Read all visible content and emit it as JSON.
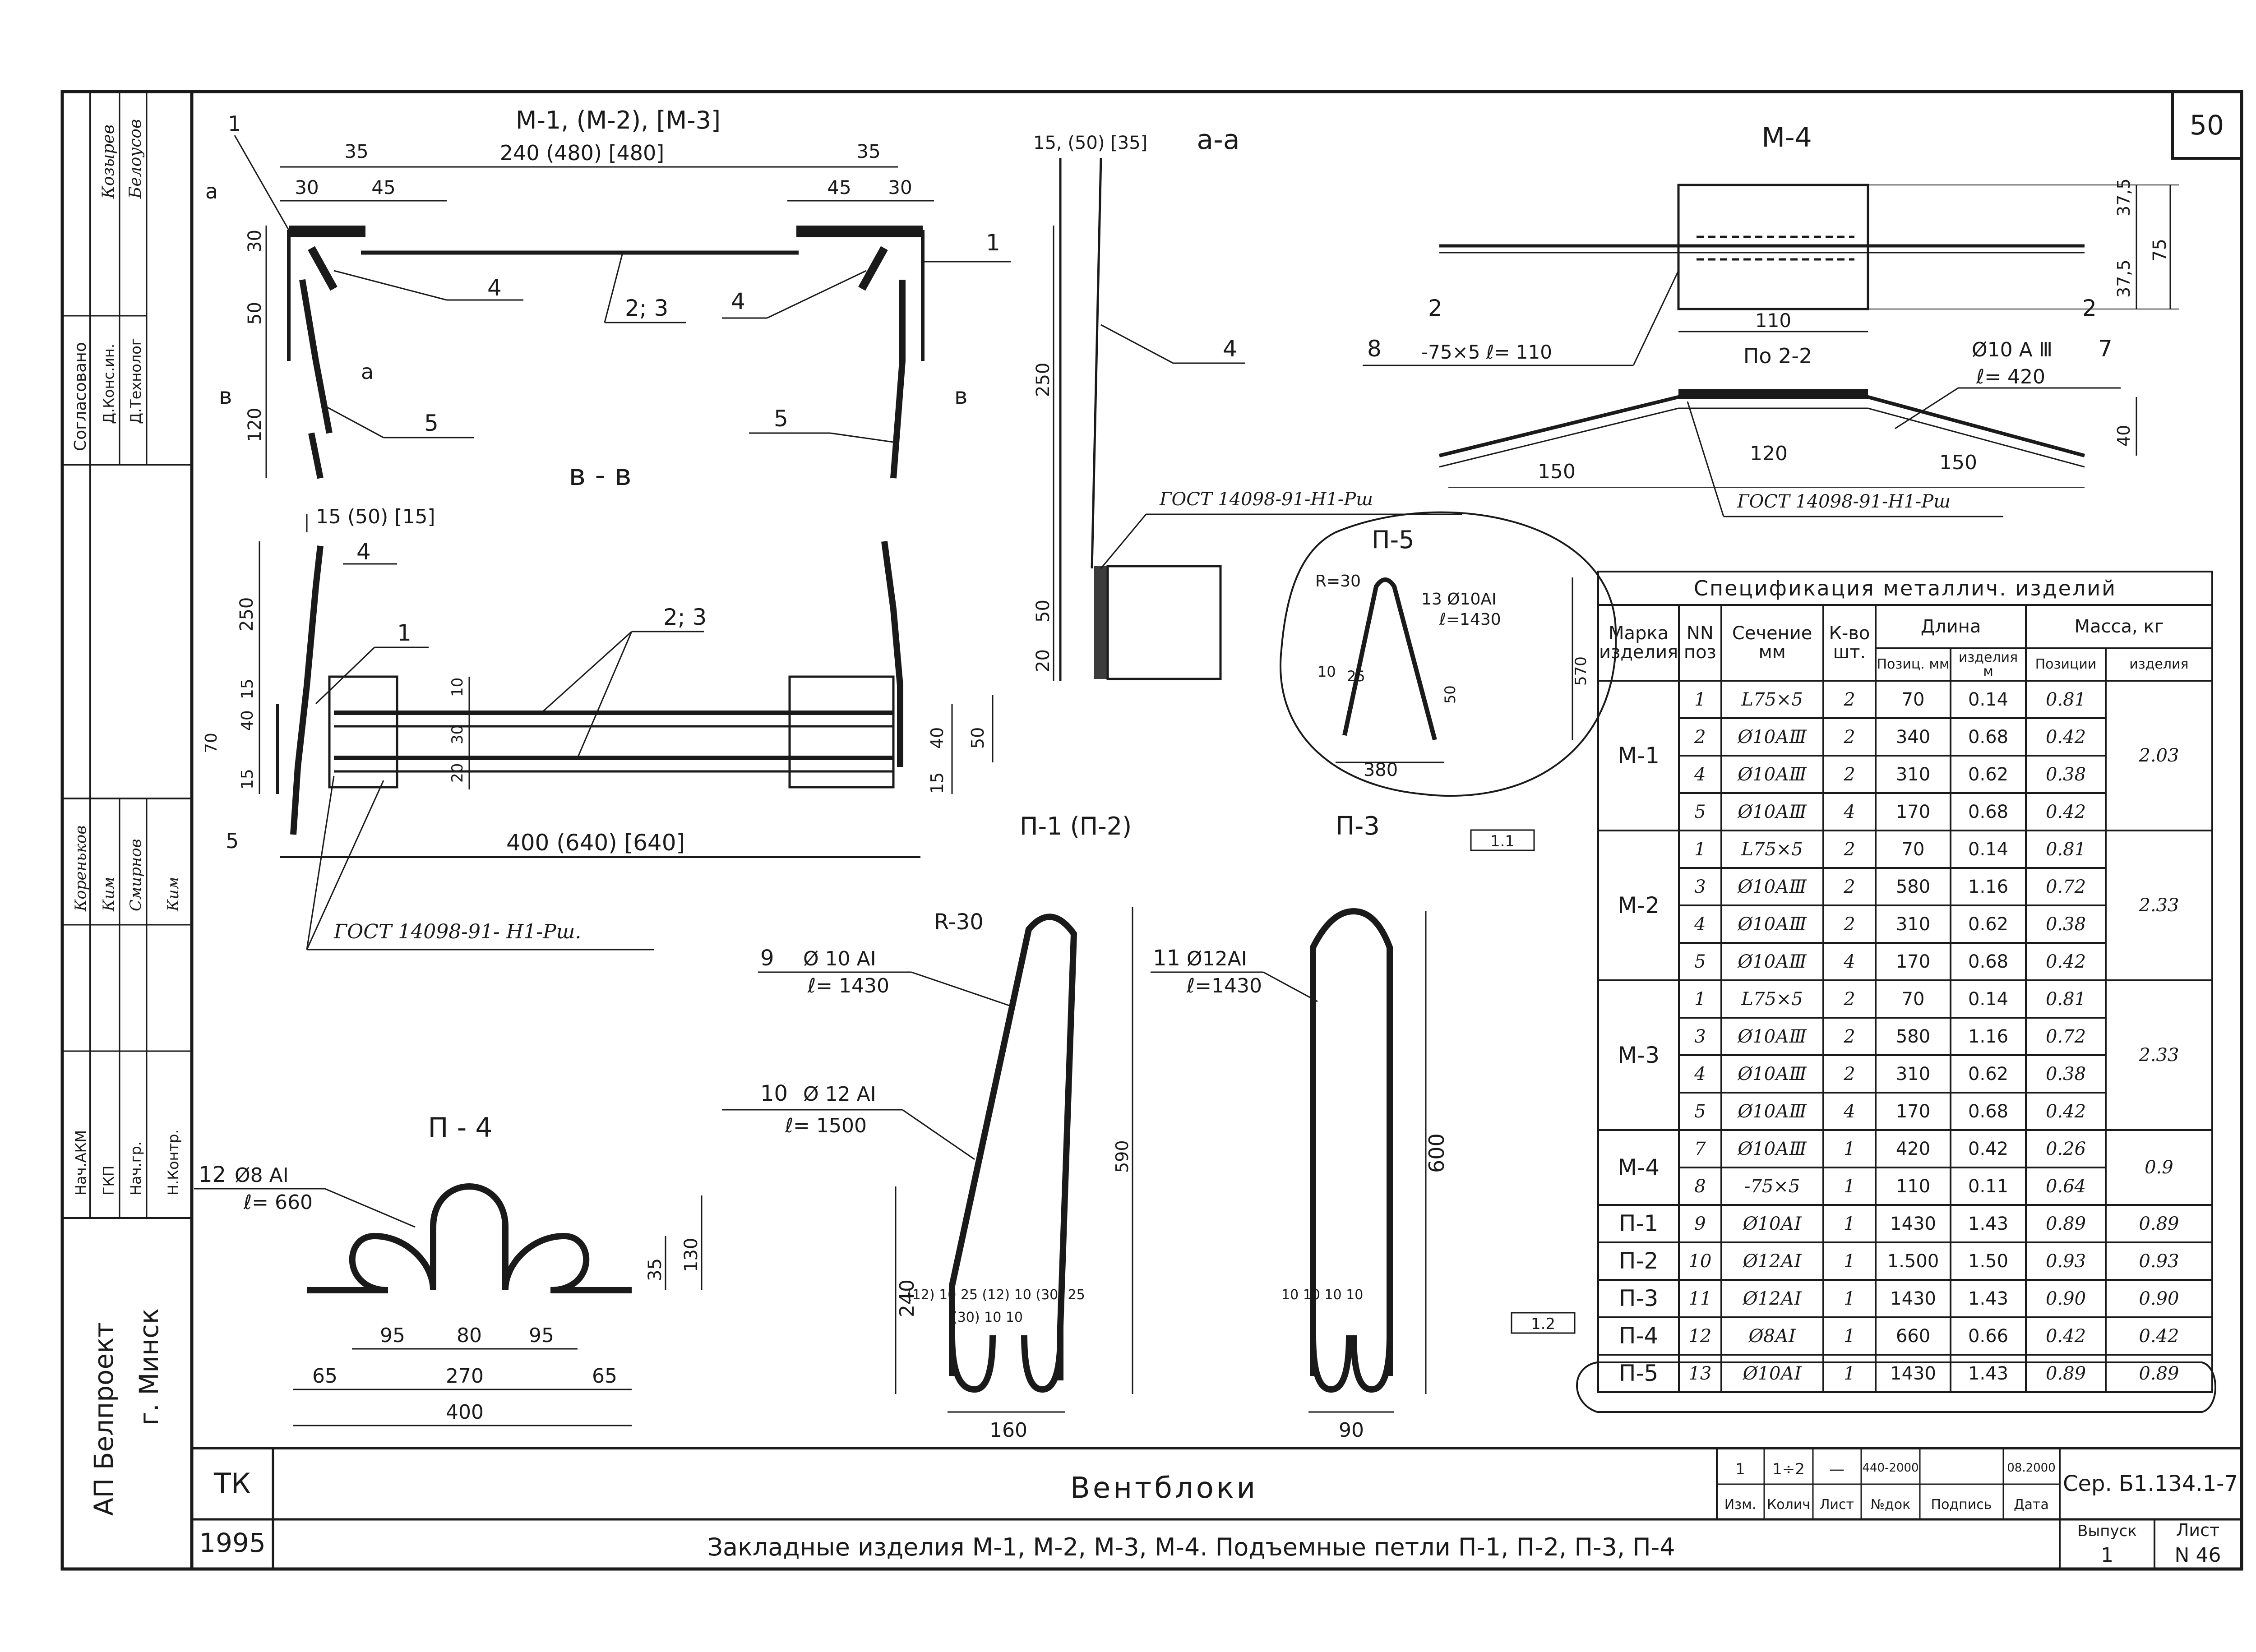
{
  "sheet_number_top": "50",
  "sidebar": {
    "surnames": [
      "Козырев",
      "Белоусов"
    ],
    "approvals": [
      "Д.Конс.ин.",
      "Д.Технолог"
    ],
    "agreed": "Согласовано",
    "staff_roles": [
      "Нач.АКМ",
      "ГКП",
      "Нач.гр.",
      "Н.Контр."
    ],
    "staff_names": [
      "Кореньков",
      "Ким",
      "Смирнов",
      "Ким"
    ],
    "org": "АП Белпроект",
    "city": "г. Минск"
  },
  "views": {
    "m123": {
      "title": "М-1, (М-2), [М-3]",
      "dim_total": "240 (480) [480]",
      "dim_35_left": "35",
      "dim_30_left": "30",
      "dim_45_left": "45",
      "dim_35_right": "35",
      "dim_45_right": "45",
      "dim_30_right": "30",
      "dim_30_v": "30",
      "dim_50_v": "50",
      "dim_120_v": "120",
      "pos1": "1",
      "pos4a": "4",
      "pos23a": "2; 3",
      "pos4b": "4",
      "pos1b": "1",
      "pos5a": "5",
      "pos5b": "5",
      "sec_a_left": "а",
      "sec_a_mid": "а",
      "sec_b_left": "в",
      "sec_b_right": "в",
      "label_bb": "в - в"
    },
    "plan": {
      "dim_15": "15 (50) [15]",
      "pos4": "4",
      "pos1": "1",
      "pos23": "2; 3",
      "pos5": "5",
      "dim_250": "250",
      "dim_15a": "15",
      "dim_40a": "40",
      "dim_70": "70",
      "dim_15b": "15",
      "dim_10a": "10",
      "dim_30": "30",
      "dim_20": "20",
      "dim_40r": "40",
      "dim_50r": "50",
      "dim_15r": "15",
      "dim_total": "400 (640) [640]",
      "gost": "ГОСТ 14098-91- Н1-Рш."
    },
    "aa": {
      "title": "а-а",
      "dim_top": "15, (50) [35]",
      "pos4": "4",
      "dim_250": "250",
      "dim_50": "50",
      "dim_20": "20",
      "gost": "ГОСТ 14098-91-Н1-Рш"
    },
    "m4": {
      "title": "М-4",
      "dim_37a": "37,5",
      "dim_37b": "37,5",
      "dim_75": "75",
      "sec2_left": "2",
      "sec2_right": "2",
      "dim_110": "110",
      "pos8": "8",
      "pos8_spec": "-75×5  ℓ= 110",
      "section_label": "По 2-2",
      "pos7_spec": "Ø10 А Ⅲ",
      "pos7": "7",
      "pos7_len": "ℓ= 420",
      "dim_40": "40",
      "dim_150a": "150",
      "dim_120": "120",
      "dim_150b": "150",
      "gost": "ГОСТ 14098-91-Н1-Рш"
    },
    "p5": {
      "title": "П-5",
      "r": "R=30",
      "pos13": "13  Ø10АⅠ",
      "len": "ℓ=1430",
      "dim_570": "570",
      "dim_10": "10",
      "dim_25": "25",
      "dim_50": "50",
      "dim_380": "380",
      "note": "1.1"
    },
    "p3": {
      "title": "П-3"
    },
    "p12": {
      "title": "П-1 (П-2)",
      "r": "R-30",
      "pos9": "9",
      "pos9_spec": "Ø 10 АⅠ",
      "pos9_len": "ℓ= 1430",
      "pos10": "10",
      "pos10_spec": "Ø 12 АⅠ",
      "pos10_len": "ℓ= 1500",
      "dim_590": "590",
      "dim_240": "240",
      "sub_dims": "(12) 10   25 (12) 10  (30) 25",
      "sub_dims2": "(30) 10   10",
      "dim_160": "160"
    },
    "p3b": {
      "pos11": "11",
      "pos11_spec": "Ø12АⅠ",
      "pos11_len": "ℓ=1430",
      "dim_600": "600",
      "sub_dims": "10  10  10  10",
      "dim_90": "90"
    },
    "p4": {
      "title": "П - 4",
      "pos12": "12",
      "pos12_spec": "Ø8 АⅠ",
      "pos12_len": "ℓ= 660",
      "dim_35": "35",
      "dim_130": "130",
      "dim_95a": "95",
      "dim_80": "80",
      "dim_95b": "95",
      "dim_65a": "65",
      "dim_270": "270",
      "dim_65b": "65",
      "dim_400": "400"
    }
  },
  "spec_table": {
    "caption": "Спецификация металлич. изделий",
    "headers": {
      "mark": "Марка изделия",
      "pos": "NN поз",
      "section": "Сечение мм",
      "qty": "К-во шт.",
      "length": "Длина",
      "length_pos": "Позиц. мм",
      "length_item": "изделия м",
      "mass": "Масса, кг",
      "mass_pos": "Позиции",
      "mass_item": "изделия"
    },
    "groups": [
      {
        "mark": "М-1",
        "total": "2.03",
        "rows": [
          {
            "pos": "1",
            "section": "L75×5",
            "qty": "2",
            "len_mm": "70",
            "len_m": "0.14",
            "mass": "0.81"
          },
          {
            "pos": "2",
            "section": "Ø10АⅢ",
            "qty": "2",
            "len_mm": "340",
            "len_m": "0.68",
            "mass": "0.42"
          },
          {
            "pos": "4",
            "section": "Ø10АⅢ",
            "qty": "2",
            "len_mm": "310",
            "len_m": "0.62",
            "mass": "0.38"
          },
          {
            "pos": "5",
            "section": "Ø10АⅢ",
            "qty": "4",
            "len_mm": "170",
            "len_m": "0.68",
            "mass": "0.42"
          }
        ]
      },
      {
        "mark": "М-2",
        "total": "2.33",
        "rows": [
          {
            "pos": "1",
            "section": "L75×5",
            "qty": "2",
            "len_mm": "70",
            "len_m": "0.14",
            "mass": "0.81"
          },
          {
            "pos": "3",
            "section": "Ø10АⅢ",
            "qty": "2",
            "len_mm": "580",
            "len_m": "1.16",
            "mass": "0.72"
          },
          {
            "pos": "4",
            "section": "Ø10АⅢ",
            "qty": "2",
            "len_mm": "310",
            "len_m": "0.62",
            "mass": "0.38"
          },
          {
            "pos": "5",
            "section": "Ø10АⅢ",
            "qty": "4",
            "len_mm": "170",
            "len_m": "0.68",
            "mass": "0.42"
          }
        ]
      },
      {
        "mark": "М-3",
        "total": "2.33",
        "rows": [
          {
            "pos": "1",
            "section": "L75×5",
            "qty": "2",
            "len_mm": "70",
            "len_m": "0.14",
            "mass": "0.81"
          },
          {
            "pos": "3",
            "section": "Ø10АⅢ",
            "qty": "2",
            "len_mm": "580",
            "len_m": "1.16",
            "mass": "0.72"
          },
          {
            "pos": "4",
            "section": "Ø10АⅢ",
            "qty": "2",
            "len_mm": "310",
            "len_m": "0.62",
            "mass": "0.38"
          },
          {
            "pos": "5",
            "section": "Ø10АⅢ",
            "qty": "4",
            "len_mm": "170",
            "len_m": "0.68",
            "mass": "0.42"
          }
        ]
      },
      {
        "mark": "М-4",
        "total": "0.9",
        "rows": [
          {
            "pos": "7",
            "section": "Ø10АⅢ",
            "qty": "1",
            "len_mm": "420",
            "len_m": "0.42",
            "mass": "0.26"
          },
          {
            "pos": "8",
            "section": "-75×5",
            "qty": "1",
            "len_mm": "110",
            "len_m": "0.11",
            "mass": "0.64"
          }
        ]
      },
      {
        "mark": "П-1",
        "total": "0.89",
        "rows": [
          {
            "pos": "9",
            "section": "Ø10АⅠ",
            "qty": "1",
            "len_mm": "1430",
            "len_m": "1.43",
            "mass": "0.89"
          }
        ]
      },
      {
        "mark": "П-2",
        "total": "0.93",
        "rows": [
          {
            "pos": "10",
            "section": "Ø12АⅠ",
            "qty": "1",
            "len_mm": "1.500",
            "len_m": "1.50",
            "mass": "0.93"
          }
        ]
      },
      {
        "mark": "П-3",
        "total": "0.90",
        "rows": [
          {
            "pos": "11",
            "section": "Ø12АⅠ",
            "qty": "1",
            "len_mm": "1430",
            "len_m": "1.43",
            "mass": "0.90"
          }
        ]
      },
      {
        "mark": "П-4",
        "total": "0.42",
        "rows": [
          {
            "pos": "12",
            "section": "Ø8АⅠ",
            "qty": "1",
            "len_mm": "660",
            "len_m": "0.66",
            "mass": "0.42"
          }
        ]
      },
      {
        "mark": "П-5",
        "total": "0.89",
        "rows": [
          {
            "pos": "13",
            "section": "Ø10АⅠ",
            "qty": "1",
            "len_mm": "1430",
            "len_m": "1.43",
            "mass": "0.89"
          }
        ]
      }
    ],
    "note": "1.2"
  },
  "title_block": {
    "tk": "ТК",
    "year": "1995",
    "title": "Вентблоки",
    "subtitle": "Закладные изделия М-1, М-2, М-3, М-4. Подъемные петли П-1, П-2, П-3, П-4",
    "rev_values": [
      "1",
      "1÷2",
      "—",
      "440-2000",
      "",
      "08.2000"
    ],
    "rev_headers": [
      "Изм.",
      "Колич",
      "Лист",
      "№док",
      "Подпись",
      "Дата"
    ],
    "series": "Сер. Б1.134.1-7",
    "issue_label": "Выпуск",
    "issue": "1",
    "sheet_label": "Лист",
    "sheet": "N 46"
  }
}
